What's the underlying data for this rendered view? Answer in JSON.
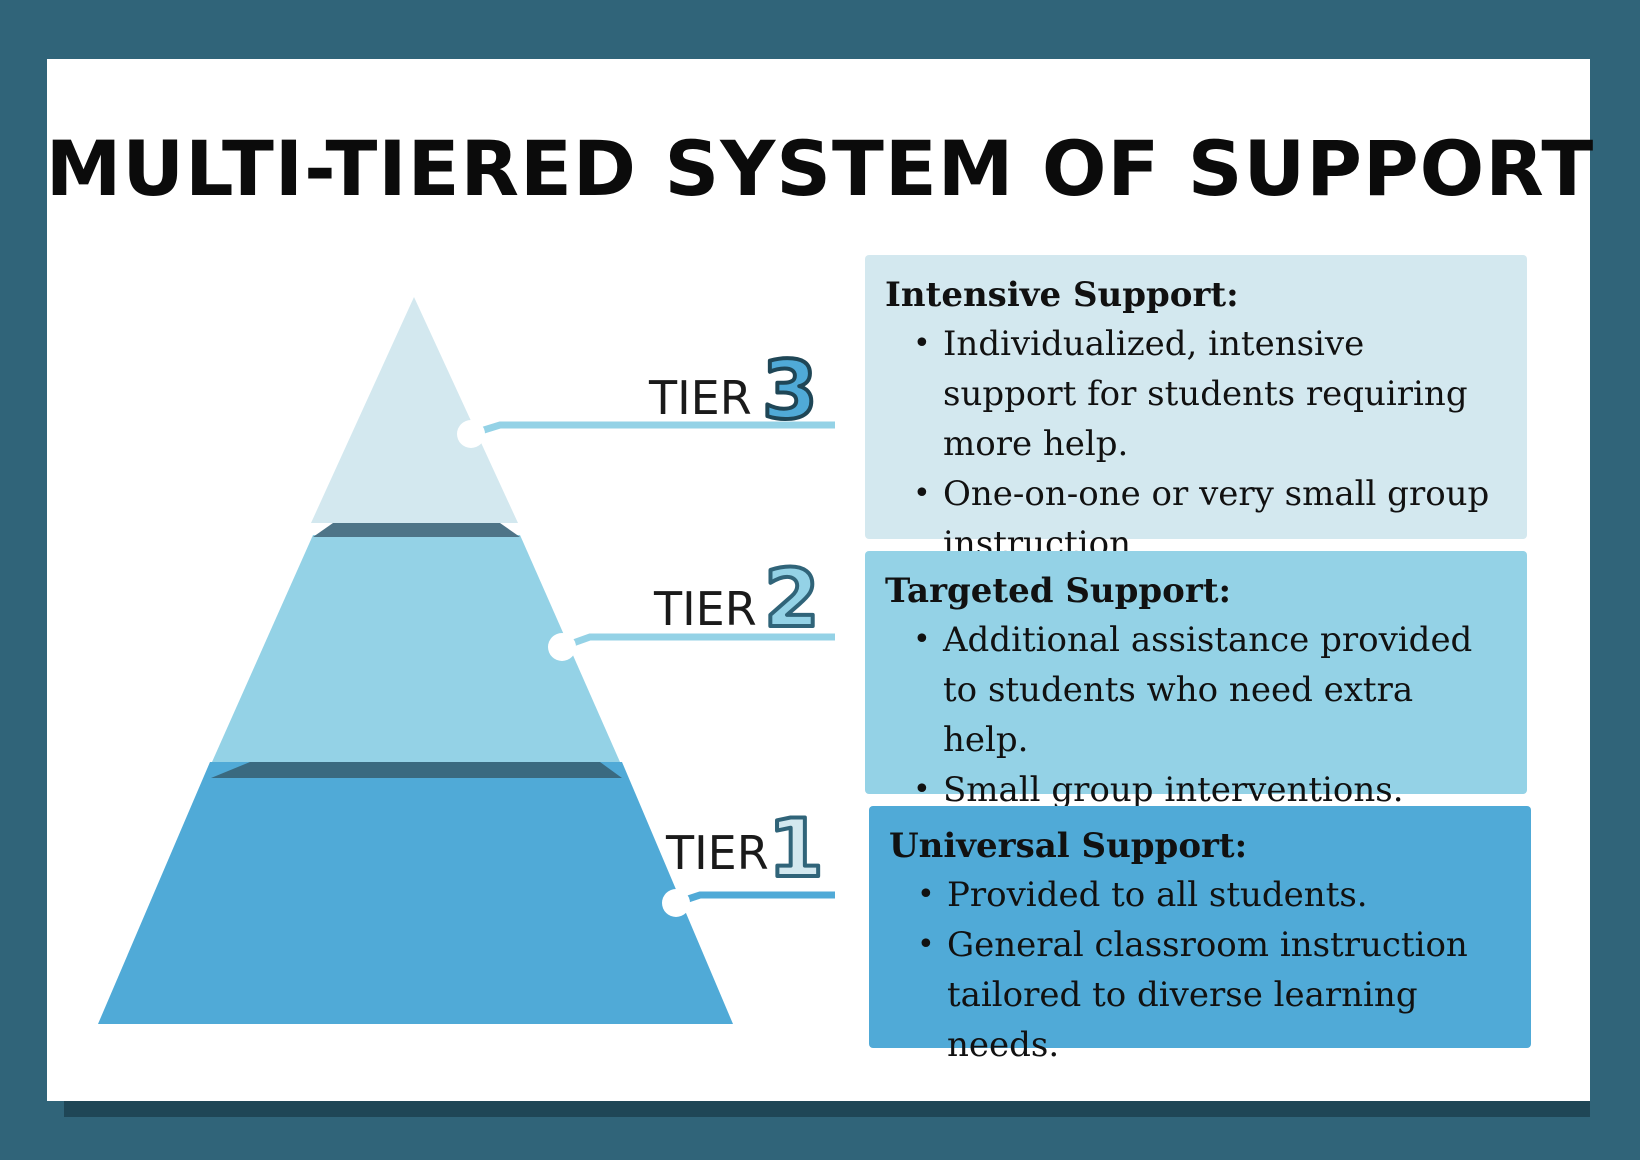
{
  "title": "MULTI-TIERED SYSTEM OF SUPPORT",
  "colors": {
    "frame": "#306479",
    "frame_shadow": "#1f4656",
    "card": "#ffffff",
    "tier3": "#d3e8ef",
    "tier2": "#94d2e6",
    "tier1": "#50aad7",
    "pyramid_band": "#3a6a80",
    "connector_line": "#94d2e6"
  },
  "tiers": [
    {
      "label": "TIER",
      "number": "3",
      "heading": "Intensive Support:",
      "bullets": [
        "Individualized, intensive support for students requiring more help.",
        "One-on-one or very small group instruction."
      ]
    },
    {
      "label": "TIER",
      "number": "2",
      "heading": "Targeted Support:",
      "bullets": [
        "Additional assistance provided to students who need extra help.",
        "Small group interventions."
      ]
    },
    {
      "label": "TIER",
      "number": "1",
      "heading": "Universal Support:",
      "bullets": [
        "Provided to all students.",
        "General classroom instruction tailored to diverse learning needs."
      ]
    }
  ]
}
